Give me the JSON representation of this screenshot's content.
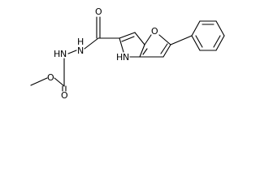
{
  "molecule": {
    "atoms": {
      "carbonyl_oxygen": "O",
      "ester_carbonyl_oxygen": "O",
      "ester_oxygen": "O",
      "furan_oxygen": "O",
      "hydrazide_n1": "N",
      "hydrazide_n2": "N",
      "pyrrole_n": "N",
      "pyrrole_h": "H",
      "hydrazide_h1": "H",
      "hydrazide_h2": "H"
    }
  },
  "colors": {
    "ink": "#000000",
    "background": "#ffffff"
  }
}
